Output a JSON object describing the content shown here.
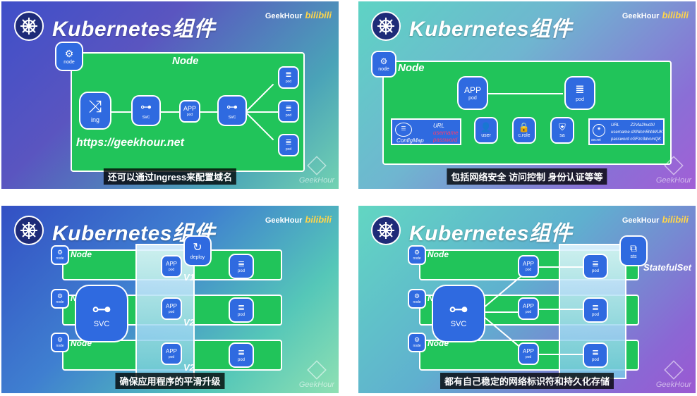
{
  "common": {
    "title": "Kubernetes组件",
    "brand": "GeekHour",
    "brand_site": "bilibili",
    "watermark": "GeekHour"
  },
  "panel1": {
    "node_icon_label": "node",
    "node_label": "Node",
    "ing_label": "ing",
    "svc1_label": "svc",
    "pod1_label": "pod",
    "svc2_label": "svc",
    "pod_a_label": "pod",
    "pod_b_label": "pod",
    "pod_c_label": "pod",
    "url": "https://geekhour.net",
    "subtitle": "还可以通过Ingress来配置域名"
  },
  "panel2": {
    "node_icon_label": "node",
    "node_label": "Node",
    "pod_app_label": "pod",
    "pod_db_label": "pod",
    "configmap_title": "ConfigMap",
    "configmap_url": "URL",
    "configmap_username": "username",
    "configmap_password": "password",
    "user_label": "user",
    "crole_label": "c.role",
    "sa_label": "sa",
    "secret_label": "secret",
    "secret_rows": [
      {
        "k": "URL",
        "v": "Z2Vla2hvdXI"
      },
      {
        "k": "username",
        "v": "dXNlcm5hbWUK"
      },
      {
        "k": "password",
        "v": "cGFzc3dvcmQK"
      }
    ],
    "subtitle": "包括网络安全 访问控制 身份认证等等"
  },
  "panel3": {
    "node_labels": [
      "Node",
      "Node",
      "Node"
    ],
    "node_icon_label": "node",
    "svc_label": "SVC",
    "deploy_label": "deploy",
    "pod_label": "pod",
    "versions": [
      "V1",
      "V2",
      "V2"
    ],
    "subtitle": "确保应用程序的平滑升级"
  },
  "panel4": {
    "node_labels": [
      "Node",
      "Node",
      "Node"
    ],
    "node_icon_label": "node",
    "svc_label": "SVC",
    "sts_label": "sts",
    "statefulset_label": "StatefulSet",
    "pod_label": "pod",
    "subtitle": "都有自己稳定的网络标识符和持久化存储"
  }
}
